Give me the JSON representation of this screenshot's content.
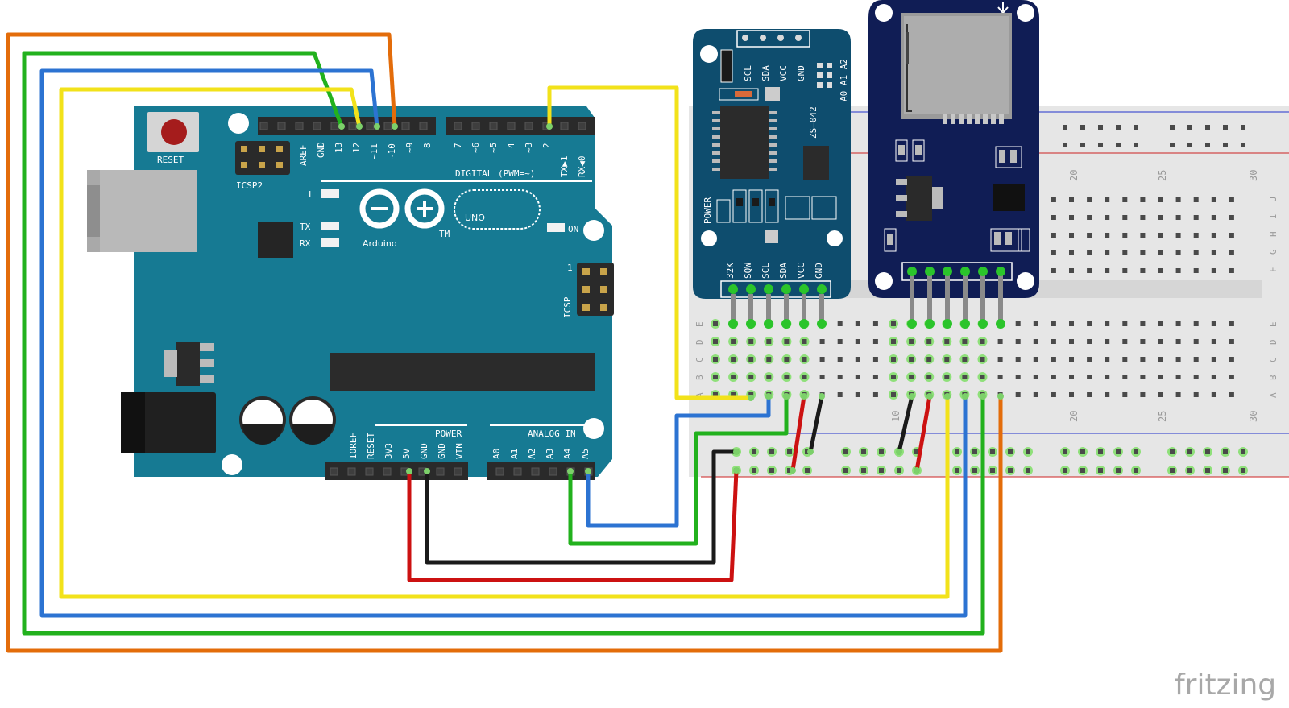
{
  "app": {
    "watermark": "fritzing"
  },
  "colors": {
    "arduino_board": "#167A93",
    "rtc_board": "#0E4D6E",
    "sd_board": "#101D55",
    "breadboard": "#E6E6E6",
    "wire_orange": "#E36C0A",
    "wire_green": "#22B11D",
    "wire_blue": "#2C73D2",
    "wire_yellow": "#F2E21A",
    "wire_red": "#CC1111",
    "wire_black": "#1A1A1A"
  },
  "arduino": {
    "reset_label": "RESET",
    "icsp2_label": "ICSP2",
    "icsp_label": "ICSP",
    "icsp_pin1": "1",
    "logo_text": "Arduino",
    "tm": "TM",
    "model": "UNO",
    "led_l": "L",
    "led_tx": "TX",
    "led_rx": "RX",
    "led_on": "ON",
    "digital_label": "DIGITAL (PWM=~)",
    "digital_pins_left": [
      "AREF",
      "GND",
      "13",
      "12",
      "~11",
      "~10",
      "~9",
      "8"
    ],
    "digital_pins_right": [
      "7",
      "~6",
      "~5",
      "4",
      "~3",
      "2",
      "TX▶1",
      "RX◀0"
    ],
    "power_label": "POWER",
    "power_pins": [
      "IOREF",
      "RESET",
      "3V3",
      "5V",
      "GND",
      "GND",
      "VIN"
    ],
    "analog_label": "ANALOG IN",
    "analog_pins": [
      "A0",
      "A1",
      "A2",
      "A3",
      "A4",
      "A5"
    ]
  },
  "rtc": {
    "top_pins": [
      "SCL",
      "SDA",
      "VCC",
      "GND"
    ],
    "addr_label": "A0 A1 A2",
    "model": "ZS—042",
    "power_label": "POWER",
    "bottom_pins": [
      "32K",
      "SQW",
      "SCL",
      "SDA",
      "VCC",
      "GND"
    ]
  },
  "breadboard": {
    "column_numbers": [
      "10",
      "20",
      "25",
      "30"
    ],
    "row_letters_top": [
      "J",
      "I",
      "H",
      "G",
      "F"
    ],
    "row_letters_bottom": [
      "E",
      "D",
      "C",
      "B",
      "A"
    ]
  }
}
